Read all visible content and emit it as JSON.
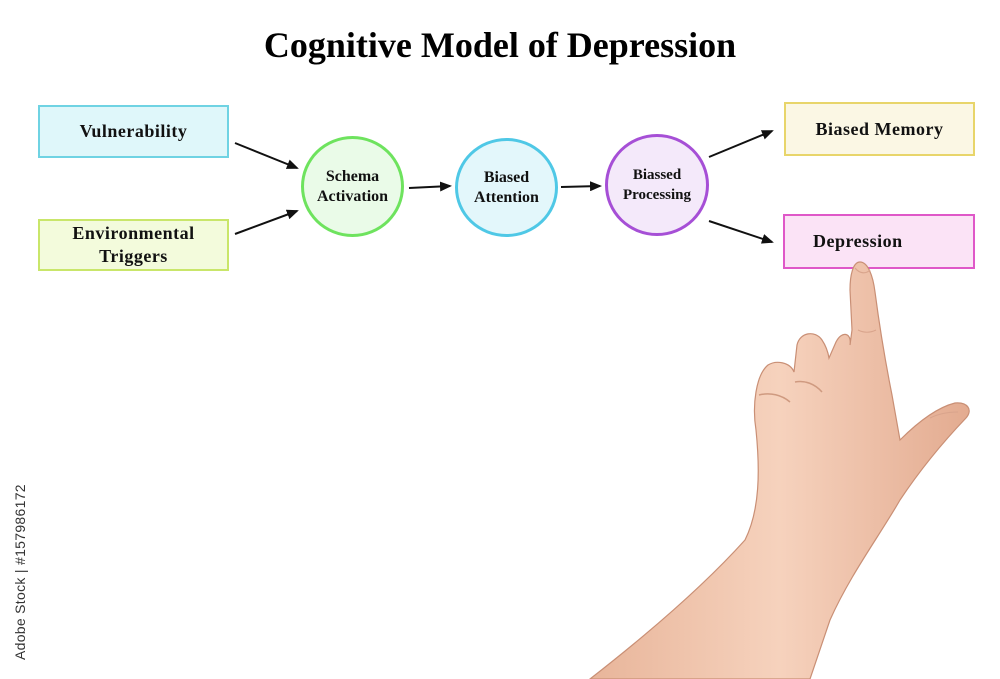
{
  "title": "Cognitive Model of Depression",
  "inputs": [
    {
      "id": "vulnerability",
      "label": "Vulnerability",
      "fill": "#dff7fa",
      "border": "#6fd3e3"
    },
    {
      "id": "environmental-triggers",
      "line1": "Environmental",
      "line2": "Triggers",
      "fill": "#f3fbdc",
      "border": "#c9e66a"
    }
  ],
  "stages": [
    {
      "id": "schema-activation",
      "line1": "Schema",
      "line2": "Activation",
      "fill": "#eafbe8",
      "border": "#6ee35e"
    },
    {
      "id": "biased-attention",
      "line1": "Biased",
      "line2": "Attention",
      "fill": "#e3f7fb",
      "border": "#4fc8e6"
    },
    {
      "id": "biassed-processing",
      "line1": "Biassed",
      "line2": "Processing",
      "fill": "#f4e9fa",
      "border": "#a64fd6"
    }
  ],
  "outputs": [
    {
      "id": "biased-memory",
      "label": "Biased Memory",
      "fill": "#fbf7e4",
      "border": "#e8d56a"
    },
    {
      "id": "depression",
      "label": "Depression",
      "fill": "#fbe3f6",
      "border": "#df58c8"
    }
  ],
  "watermark": "Adobe Stock | #157986172"
}
